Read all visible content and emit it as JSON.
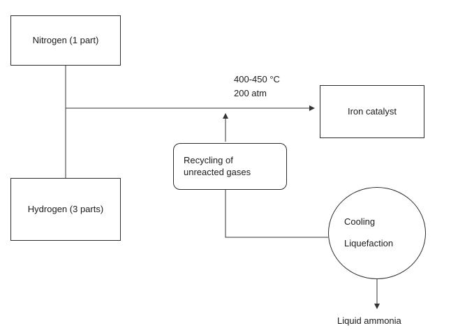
{
  "diagram": {
    "title_hint": "Haber process flow diagram",
    "nodes": {
      "nitrogen": {
        "label": "Nitrogen (1 part)"
      },
      "hydrogen": {
        "label": "Hydrogen (3 parts)"
      },
      "iron_catalyst": {
        "label": "Iron catalyst"
      },
      "recycling": {
        "line1": "Recycling of",
        "line2": "unreacted gases"
      },
      "cooling": {
        "line1": "Cooling",
        "line2": "Liquefaction"
      }
    },
    "labels": {
      "conditions_line1": "400-450 °C",
      "conditions_line2": "200 atm",
      "output": "Liquid ammonia"
    },
    "colors": {
      "stroke": "#333333",
      "background": "#ffffff",
      "text": "#1a1a1a"
    }
  }
}
